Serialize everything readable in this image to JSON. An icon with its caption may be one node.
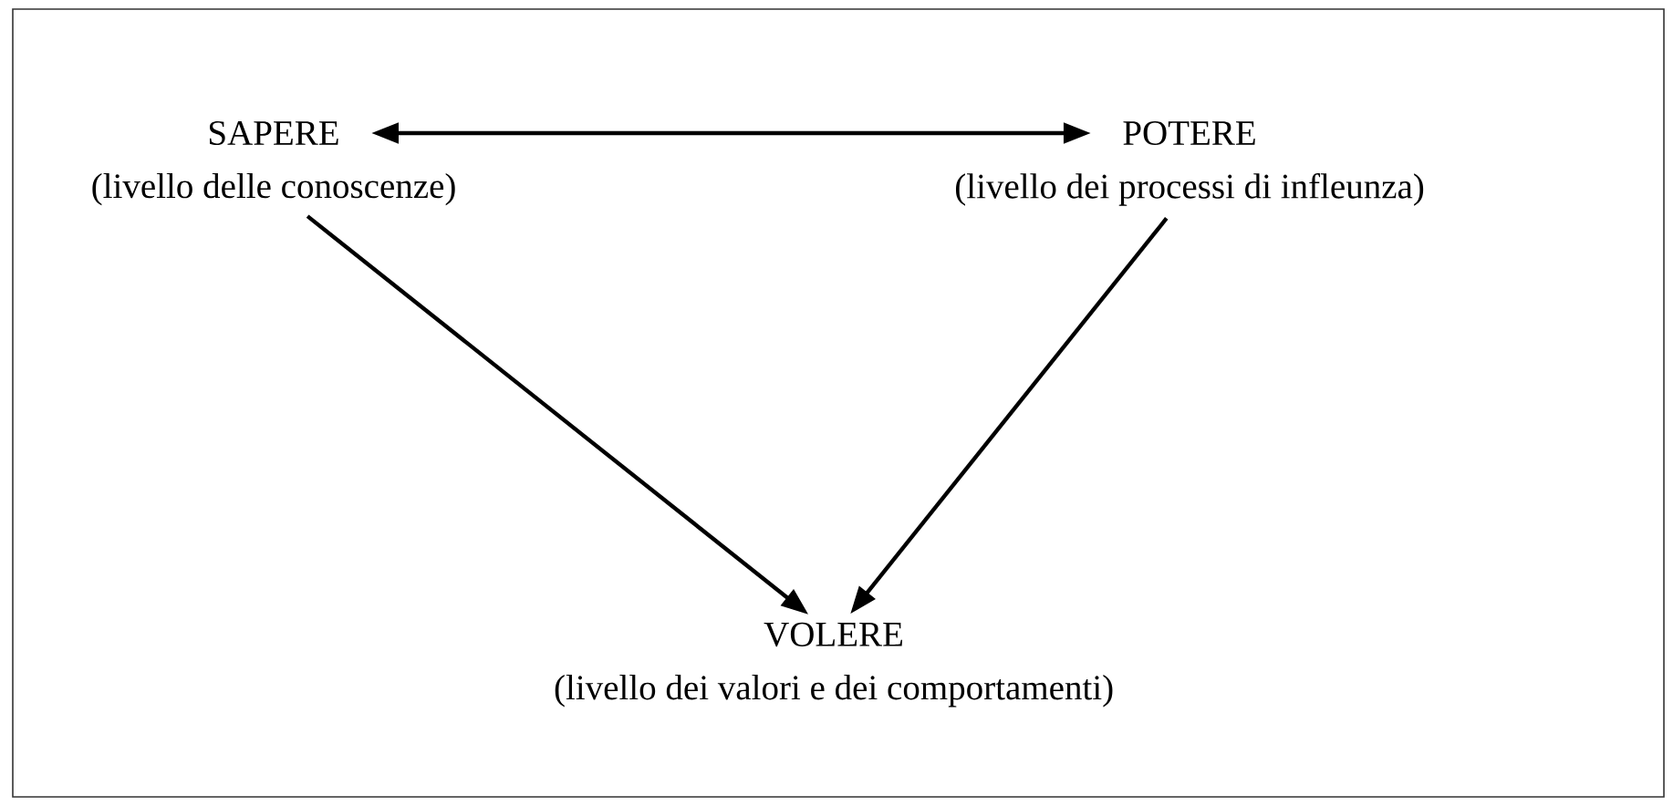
{
  "diagram": {
    "nodes": [
      {
        "text": [
          "SAPERE",
          "(livello delle conoscenze)"
        ]
      },
      {
        "text": [
          "POTERE",
          "(livello dei processi di infleunza)"
        ]
      },
      {
        "text": [
          "VOLERE",
          "(livello dei valori e dei comportamenti)"
        ]
      }
    ],
    "edges": [
      {
        "from": 0,
        "to": 1,
        "arrow": "both"
      },
      {
        "from": 0,
        "to": 2,
        "arrow": "to"
      },
      {
        "from": 1,
        "to": 2,
        "arrow": "to"
      }
    ]
  }
}
